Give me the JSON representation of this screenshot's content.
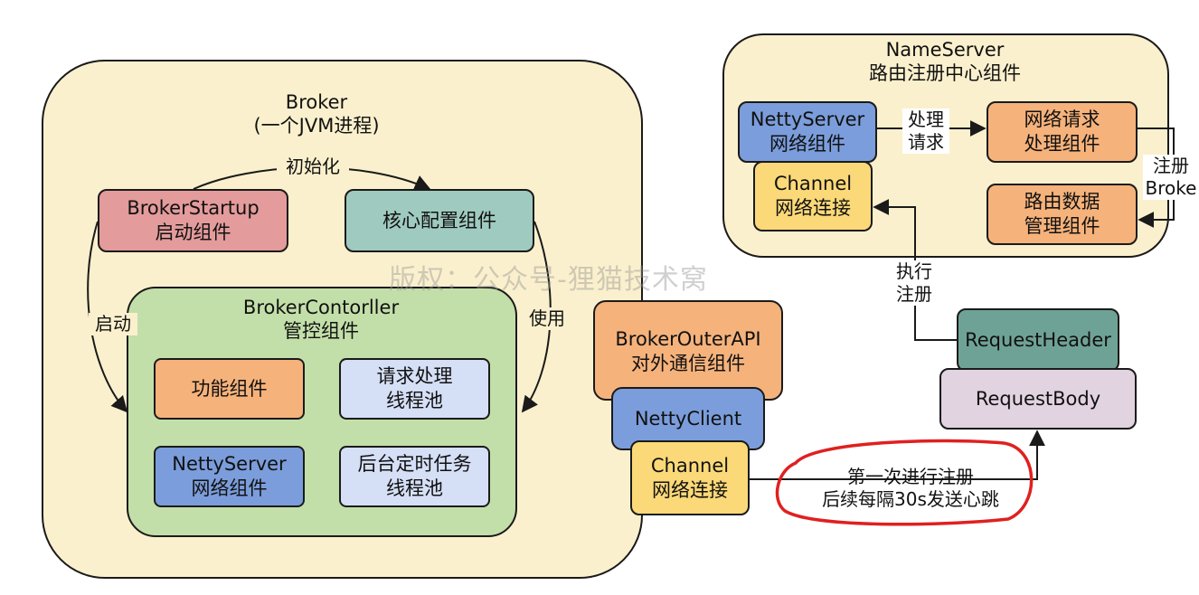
{
  "broker": {
    "title": "Broker",
    "subtitle": "(一个JVM进程)"
  },
  "broker_startup": {
    "line1": "BrokerStartup",
    "line2": "启动组件"
  },
  "core_config": {
    "line1": "核心配置组件"
  },
  "broker_controller": {
    "title": "BrokerContorller",
    "subtitle": "管控组件",
    "func": "功能组件",
    "req_pool": {
      "line1": "请求处理",
      "line2": "线程池"
    },
    "netty_server": {
      "line1": "NettyServer",
      "line2": "网络组件"
    },
    "timer_pool": {
      "line1": "后台定时任务",
      "line2": "线程池"
    }
  },
  "labels": {
    "init": "初始化",
    "start": "启动",
    "use": "使用"
  },
  "outer_api": {
    "line1": "BrokerOuterAPI",
    "line2": "对外通信组件"
  },
  "netty_client": "NettyClient",
  "client_channel": {
    "line1": "Channel",
    "line2": "网络连接"
  },
  "heartbeat": {
    "line1": "第一次进行注册",
    "line2": "后续每隔30s发送心跳"
  },
  "nameserver": {
    "title": "NameServer",
    "subtitle": "路由注册中心组件"
  },
  "ns_netty_server": {
    "line1": "NettyServer",
    "line2": "网络组件"
  },
  "ns_channel": {
    "line1": "Channel",
    "line2": "网络连接"
  },
  "ns_process": {
    "line1": "处理",
    "line2": "请求"
  },
  "ns_req_handler": {
    "line1": "网络请求",
    "line2": "处理组件"
  },
  "ns_register": {
    "line1": "注册",
    "line2": "Broke"
  },
  "ns_route_data": {
    "line1": "路由数据",
    "line2": "管理组件"
  },
  "exec_register": {
    "line1": "执行",
    "line2": "注册"
  },
  "request_header": "RequestHeader",
  "request_body": "RequestBody",
  "watermark": "版权：公众号-狸猫技术窝",
  "colors": {
    "broker_bg": "#fbf0cd",
    "startup": "#e49b9b",
    "core": "#9fcabf",
    "controller": "#c3dfa9",
    "orange": "#f5b27b",
    "lavender": "#d5dff5",
    "blue": "#7b9ddb",
    "yellow": "#fbd978",
    "teal": "#6fa296",
    "pink": "#e2d3e1",
    "red_ellipse": "#e02020"
  }
}
